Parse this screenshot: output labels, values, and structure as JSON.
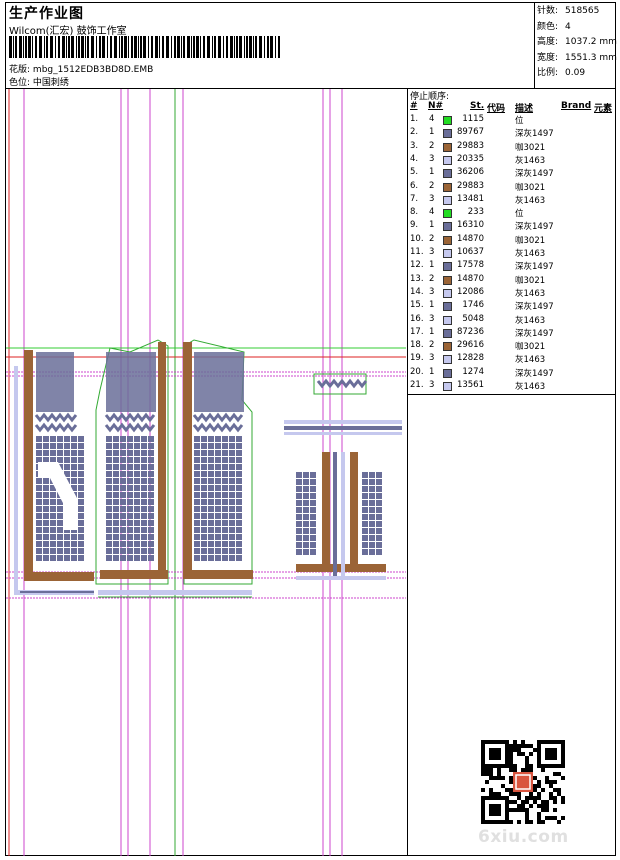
{
  "header": {
    "title": "生产作业图",
    "company": "Wilcom(汇宏) 鼓饰工作室",
    "design_label": "花版:",
    "design_file": "mbg_1512EDB3BD8D.EMB",
    "color_label": "色位:",
    "color_value": "中国刺绣"
  },
  "specs": [
    {
      "label": "针数:",
      "value": "518565"
    },
    {
      "label": "颜色:",
      "value": "4"
    },
    {
      "label": "高度:",
      "value": "1037.2 mm"
    },
    {
      "label": "宽度:",
      "value": "1551.3 mm"
    },
    {
      "label": "比例:",
      "value": "0.09"
    }
  ],
  "stop_sequence": {
    "title": "停止顺序:",
    "columns": {
      "index": "#",
      "needle": "N#",
      "stitches": "St.",
      "code": "代码",
      "desc": "描述",
      "brand": "Brand",
      "element": "元素"
    },
    "rows": [
      {
        "index": "1.",
        "needle": "4",
        "stitches": "1115",
        "desc": "位",
        "color": "#22dd22"
      },
      {
        "index": "2.",
        "needle": "1",
        "stitches": "89767",
        "desc": "深灰1497",
        "color": "#6a6e99"
      },
      {
        "index": "3.",
        "needle": "2",
        "stitches": "29883",
        "desc": "咖3021",
        "color": "#9b6436"
      },
      {
        "index": "4.",
        "needle": "3",
        "stitches": "20335",
        "desc": "灰1463",
        "color": "#c5c8ee"
      },
      {
        "index": "5.",
        "needle": "1",
        "stitches": "36206",
        "desc": "深灰1497",
        "color": "#6a6e99"
      },
      {
        "index": "6.",
        "needle": "2",
        "stitches": "29883",
        "desc": "咖3021",
        "color": "#9b6436"
      },
      {
        "index": "7.",
        "needle": "3",
        "stitches": "13481",
        "desc": "灰1463",
        "color": "#c5c8ee"
      },
      {
        "index": "8.",
        "needle": "4",
        "stitches": "233",
        "desc": "位",
        "color": "#22dd22"
      },
      {
        "index": "9.",
        "needle": "1",
        "stitches": "16310",
        "desc": "深灰1497",
        "color": "#6a6e99"
      },
      {
        "index": "10.",
        "needle": "2",
        "stitches": "14870",
        "desc": "咖3021",
        "color": "#9b6436"
      },
      {
        "index": "11.",
        "needle": "3",
        "stitches": "10637",
        "desc": "灰1463",
        "color": "#c5c8ee"
      },
      {
        "index": "12.",
        "needle": "1",
        "stitches": "17578",
        "desc": "深灰1497",
        "color": "#6a6e99"
      },
      {
        "index": "13.",
        "needle": "2",
        "stitches": "14870",
        "desc": "咖3021",
        "color": "#9b6436"
      },
      {
        "index": "14.",
        "needle": "3",
        "stitches": "12086",
        "desc": "灰1463",
        "color": "#c5c8ee"
      },
      {
        "index": "15.",
        "needle": "1",
        "stitches": "1746",
        "desc": "深灰1497",
        "color": "#6a6e99"
      },
      {
        "index": "16.",
        "needle": "3",
        "stitches": "5048",
        "desc": "灰1463",
        "color": "#c5c8ee"
      },
      {
        "index": "17.",
        "needle": "1",
        "stitches": "87236",
        "desc": "深灰1497",
        "color": "#6a6e99"
      },
      {
        "index": "18.",
        "needle": "2",
        "stitches": "29616",
        "desc": "咖3021",
        "color": "#9b6436"
      },
      {
        "index": "19.",
        "needle": "3",
        "stitches": "12828",
        "desc": "灰1463",
        "color": "#c5c8ee"
      },
      {
        "index": "20.",
        "needle": "1",
        "stitches": "1274",
        "desc": "深灰1497",
        "color": "#6a6e99"
      },
      {
        "index": "21.",
        "needle": "3",
        "stitches": "13561",
        "desc": "灰1463",
        "color": "#c5c8ee"
      }
    ]
  },
  "watermark": "6xiu.com",
  "colors": {
    "dark_gray": "#6a6e99",
    "brown": "#9b6436",
    "light_gray": "#c5c8ee",
    "position_green": "#22dd22",
    "guide_magenta": "#cc44cc",
    "guide_red": "#dd2222"
  }
}
